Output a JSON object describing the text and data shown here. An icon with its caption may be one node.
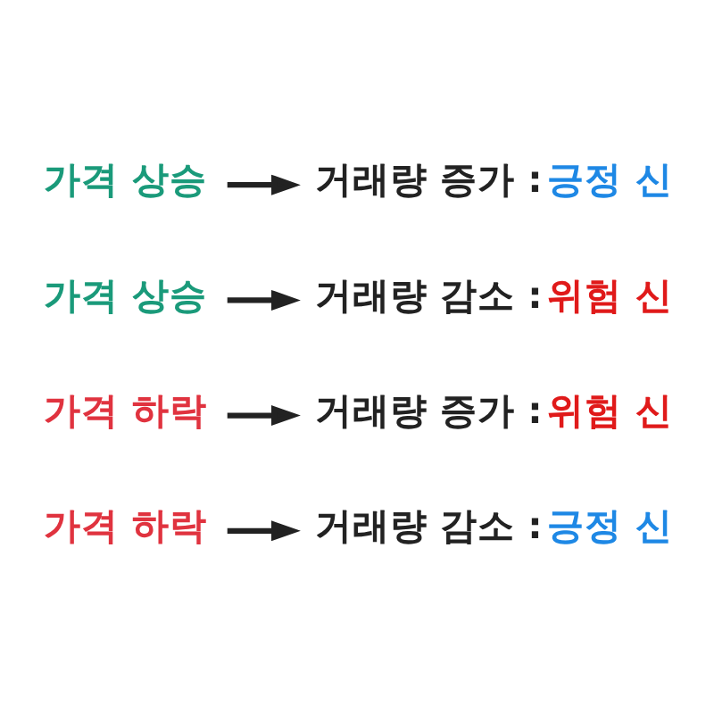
{
  "diagram": {
    "nodes": [
      {
        "text": [
          "가격 상승"
        ]
      },
      {
        "text": [
          "거래량 증가 :",
          "긍정 신"
        ]
      },
      {
        "text": [
          "가격 상승"
        ]
      },
      {
        "text": [
          "거래량 감소 :",
          "위험 신"
        ]
      },
      {
        "text": [
          "가격 하락"
        ]
      },
      {
        "text": [
          "거래량 증가 :",
          "위험 신"
        ]
      },
      {
        "text": [
          "가격 하락"
        ]
      },
      {
        "text": [
          "거래량 감소 :",
          "긍정 신"
        ]
      }
    ],
    "edges": [
      {
        "from": 0,
        "to": 1,
        "arrow": "to"
      },
      {
        "from": 2,
        "to": 3,
        "arrow": "to"
      },
      {
        "from": 4,
        "to": 5,
        "arrow": "to"
      },
      {
        "from": 6,
        "to": 7,
        "arrow": "to"
      }
    ]
  }
}
